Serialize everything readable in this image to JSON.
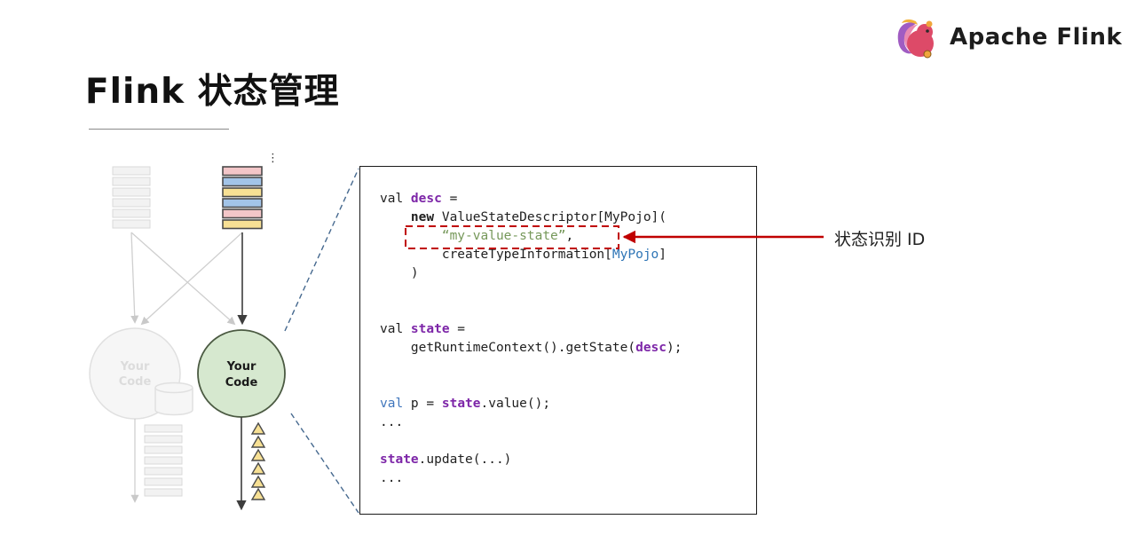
{
  "logo": {
    "brand": "Apache Flink"
  },
  "title": {
    "text": "Flink 状态管理"
  },
  "annotation": {
    "label": "状态识别 ID",
    "arrow_color": "#c00000",
    "highlight_box_color": "#c00000"
  },
  "diagram": {
    "ellipsis": "⋮",
    "faded_circle": {
      "line1": "Your",
      "line2": "Code",
      "fill": "#f6f6f6",
      "text_color": "#dcdcdc"
    },
    "active_circle": {
      "line1": "Your",
      "line2": "Code",
      "fill": "#d6e8cf",
      "stroke": "#4b5a42"
    },
    "colored_bars": [
      "#f3c6c8",
      "#a2c4e8",
      "#f7e094",
      "#a2c4e8",
      "#f3c6c8",
      "#f7e094"
    ],
    "triangle_fill": "#f7e094"
  },
  "code": {
    "token_colors": {
      "plain": "#1f1f1f",
      "kw": "#1f1f1f",
      "name": "#7d26a8",
      "str": "#76985a",
      "type": "#2e75b6",
      "val": "#4076bc"
    },
    "lines": [
      [
        {
          "t": "val ",
          "c": "plain"
        },
        {
          "t": "desc",
          "c": "name"
        },
        {
          "t": " =",
          "c": "plain"
        }
      ],
      [
        {
          "t": "    ",
          "c": "plain"
        },
        {
          "t": "new",
          "c": "kw"
        },
        {
          "t": " ValueStateDescriptor[MyPojo](",
          "c": "plain"
        }
      ],
      [
        {
          "t": "        ",
          "c": "plain"
        },
        {
          "t": "“my-value-state”",
          "c": "str"
        },
        {
          "t": ",",
          "c": "plain"
        }
      ],
      [
        {
          "t": "        createTypeInformation[",
          "c": "plain"
        },
        {
          "t": "MyPojo",
          "c": "type"
        },
        {
          "t": "]",
          "c": "plain"
        }
      ],
      [
        {
          "t": "    )",
          "c": "plain"
        }
      ],
      [],
      [],
      [
        {
          "t": "val ",
          "c": "plain"
        },
        {
          "t": "state",
          "c": "name"
        },
        {
          "t": " =",
          "c": "plain"
        }
      ],
      [
        {
          "t": "    getRuntimeContext().getState(",
          "c": "plain"
        },
        {
          "t": "desc",
          "c": "name"
        },
        {
          "t": ");",
          "c": "plain"
        }
      ],
      [],
      [],
      [
        {
          "t": "val",
          "c": "val"
        },
        {
          "t": " p = ",
          "c": "plain"
        },
        {
          "t": "state",
          "c": "name"
        },
        {
          "t": ".value();",
          "c": "plain"
        }
      ],
      [
        {
          "t": "...",
          "c": "plain"
        }
      ],
      [],
      [
        {
          "t": "state",
          "c": "name"
        },
        {
          "t": ".update(...)",
          "c": "plain"
        }
      ],
      [
        {
          "t": "...",
          "c": "plain"
        }
      ]
    ]
  }
}
